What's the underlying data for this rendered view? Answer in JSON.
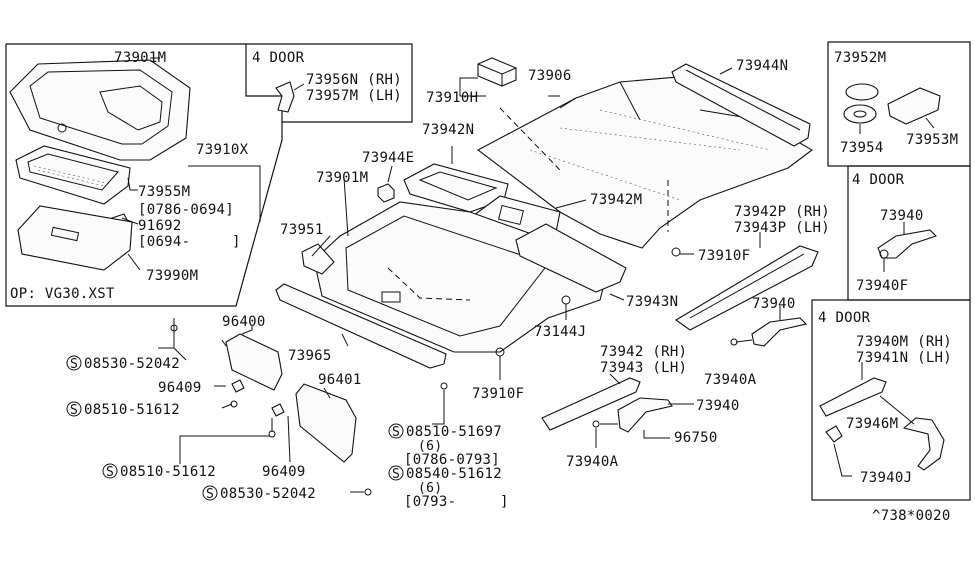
{
  "inset_left": {
    "parts": {
      "p73901M_a": "73901M",
      "p73910X": "73910X",
      "p73955M": "73955M",
      "d0786_0694": "[0786-0694]",
      "p91692": "91692",
      "d0694_": "[0694-",
      "d0694_close": "]",
      "p73990M": "73990M",
      "op": "OP: VG30.XST"
    }
  },
  "inset_4door_a": {
    "header": "4 DOOR",
    "p73956N": "73956N (RH)",
    "p73957M": "73957M (LH)"
  },
  "main": {
    "p73910H": "73910H",
    "p73906": "73906",
    "p73944N": "73944N",
    "p73942N": "73942N",
    "p73944E": "73944E",
    "p73901M_b": "73901M",
    "p73942M": "73942M",
    "p73951": "73951",
    "p73942P": "73942P (RH)",
    "p73943P": "73943P (LH)",
    "p73910F_a": "73910F",
    "p73943N": "73943N",
    "p73940_a": "73940",
    "p73144J": "73144J",
    "p73965": "73965",
    "p73942_rh": "73942 (RH)",
    "p73943_lh": "73943 (LH)",
    "p73940A_a": "73940A",
    "p73910F_b": "73910F",
    "p73940_b": "73940",
    "p96750": "96750",
    "p73940A_b": "73940A"
  },
  "visors": {
    "p96400": "96400",
    "s08530_a": "08530-52042",
    "p96409_a": "96409",
    "s08510_a": "08510-51612",
    "p96401": "96401",
    "s08510_b": "08510-51612",
    "p96409_b": "96409",
    "s08530_b": "08530-52042",
    "s08510_51697": "08510-51697",
    "qty6_a": "(6)",
    "d0786_0793": "[0786-0793]",
    "s08540": "08540-51612",
    "qty6_b": "(6)",
    "d0793_": "[0793-",
    "d0793_close": "]"
  },
  "inset_right_top": {
    "p73952M": "73952M",
    "p73954": "73954",
    "p73953M": "73953M"
  },
  "inset_4door_b": {
    "header": "4 DOOR",
    "p73940": "73940",
    "p73940F": "73940F"
  },
  "inset_4door_c": {
    "header": "4 DOOR",
    "p73940M": "73940M (RH)",
    "p73941N": "73941N (LH)",
    "p73946M": "73946M",
    "p73940J": "73940J"
  },
  "footer": {
    "code": "^738*0020"
  },
  "icons": {
    "screw_symbol": "S-circle-icon"
  }
}
